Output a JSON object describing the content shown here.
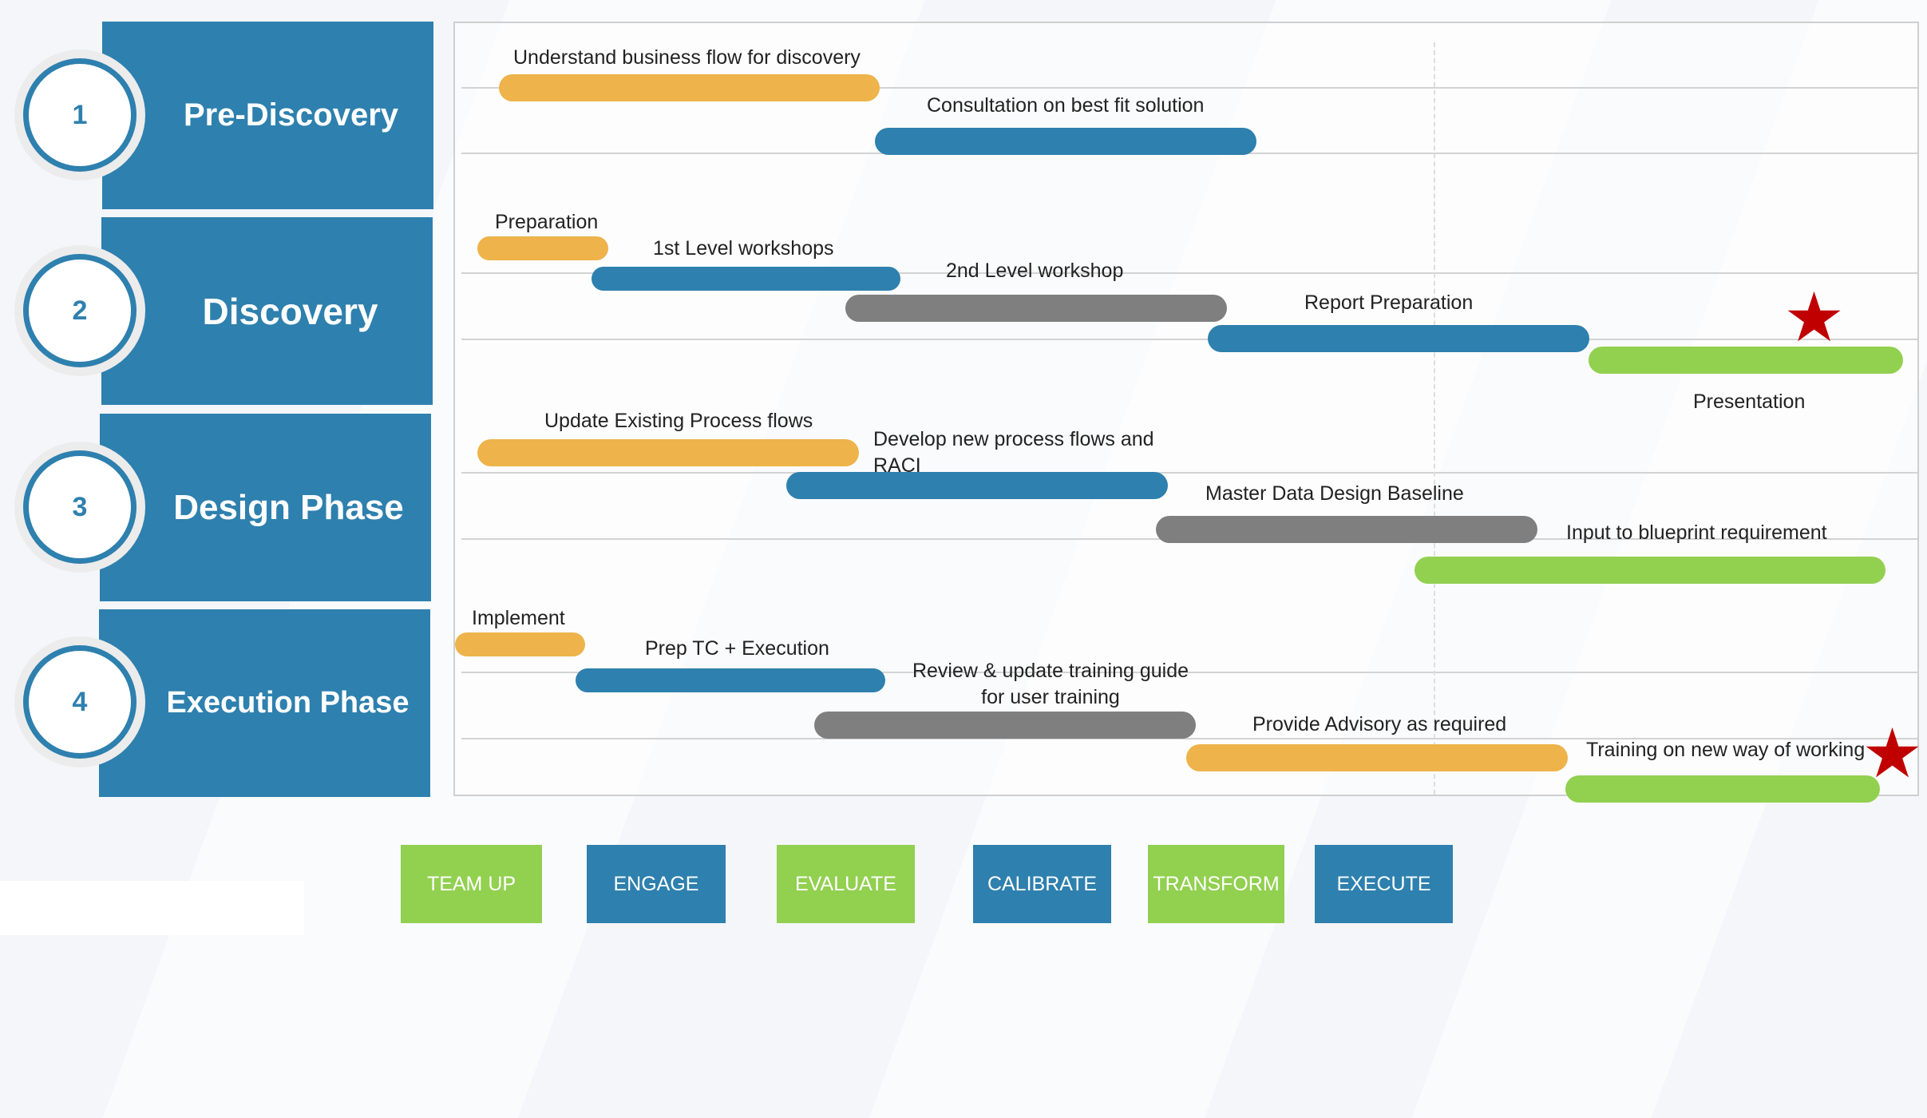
{
  "colors": {
    "blue": "#2e80ae",
    "orange": "#eeb34a",
    "gray": "#7f7f7f",
    "green": "#92d050",
    "star": "#c00000"
  },
  "phases": [
    {
      "number": "1",
      "title": "Pre-Discovery"
    },
    {
      "number": "2",
      "title": "Discovery"
    },
    {
      "number": "3",
      "title": "Design Phase"
    },
    {
      "number": "4",
      "title": "Execution Phase"
    }
  ],
  "tasks": [
    {
      "label": "Understand business flow for discovery",
      "color": "orange"
    },
    {
      "label": "Consultation on best fit solution",
      "color": "blue"
    },
    {
      "label": "Preparation",
      "color": "orange"
    },
    {
      "label": "1st Level workshops",
      "color": "blue"
    },
    {
      "label": "2nd Level workshop",
      "color": "gray"
    },
    {
      "label": "Report Preparation",
      "color": "blue"
    },
    {
      "label": "Presentation",
      "color": "green",
      "milestone": true
    },
    {
      "label": "Update Existing Process flows",
      "color": "orange"
    },
    {
      "label": "Develop new process flows and RACI",
      "color": "blue"
    },
    {
      "label": "Master Data Design Baseline",
      "color": "gray"
    },
    {
      "label": "Input to blueprint requirement",
      "color": "green"
    },
    {
      "label": "Implement",
      "color": "orange"
    },
    {
      "label": "Prep TC + Execution",
      "color": "blue"
    },
    {
      "label": "Review & update training guide for user training",
      "color": "gray"
    },
    {
      "label": "Provide Advisory as required",
      "color": "orange"
    },
    {
      "label": "Training on new way of working",
      "color": "green",
      "milestone": true
    }
  ],
  "stages": [
    {
      "label": "TEAM UP",
      "color": "green"
    },
    {
      "label": "ENGAGE",
      "color": "blue"
    },
    {
      "label": "EVALUATE",
      "color": "green"
    },
    {
      "label": "CALIBRATE",
      "color": "blue"
    },
    {
      "label": "TRANSFORM",
      "color": "green"
    },
    {
      "label": "EXECUTE",
      "color": "blue"
    }
  ],
  "milestone_icon": "star-icon"
}
